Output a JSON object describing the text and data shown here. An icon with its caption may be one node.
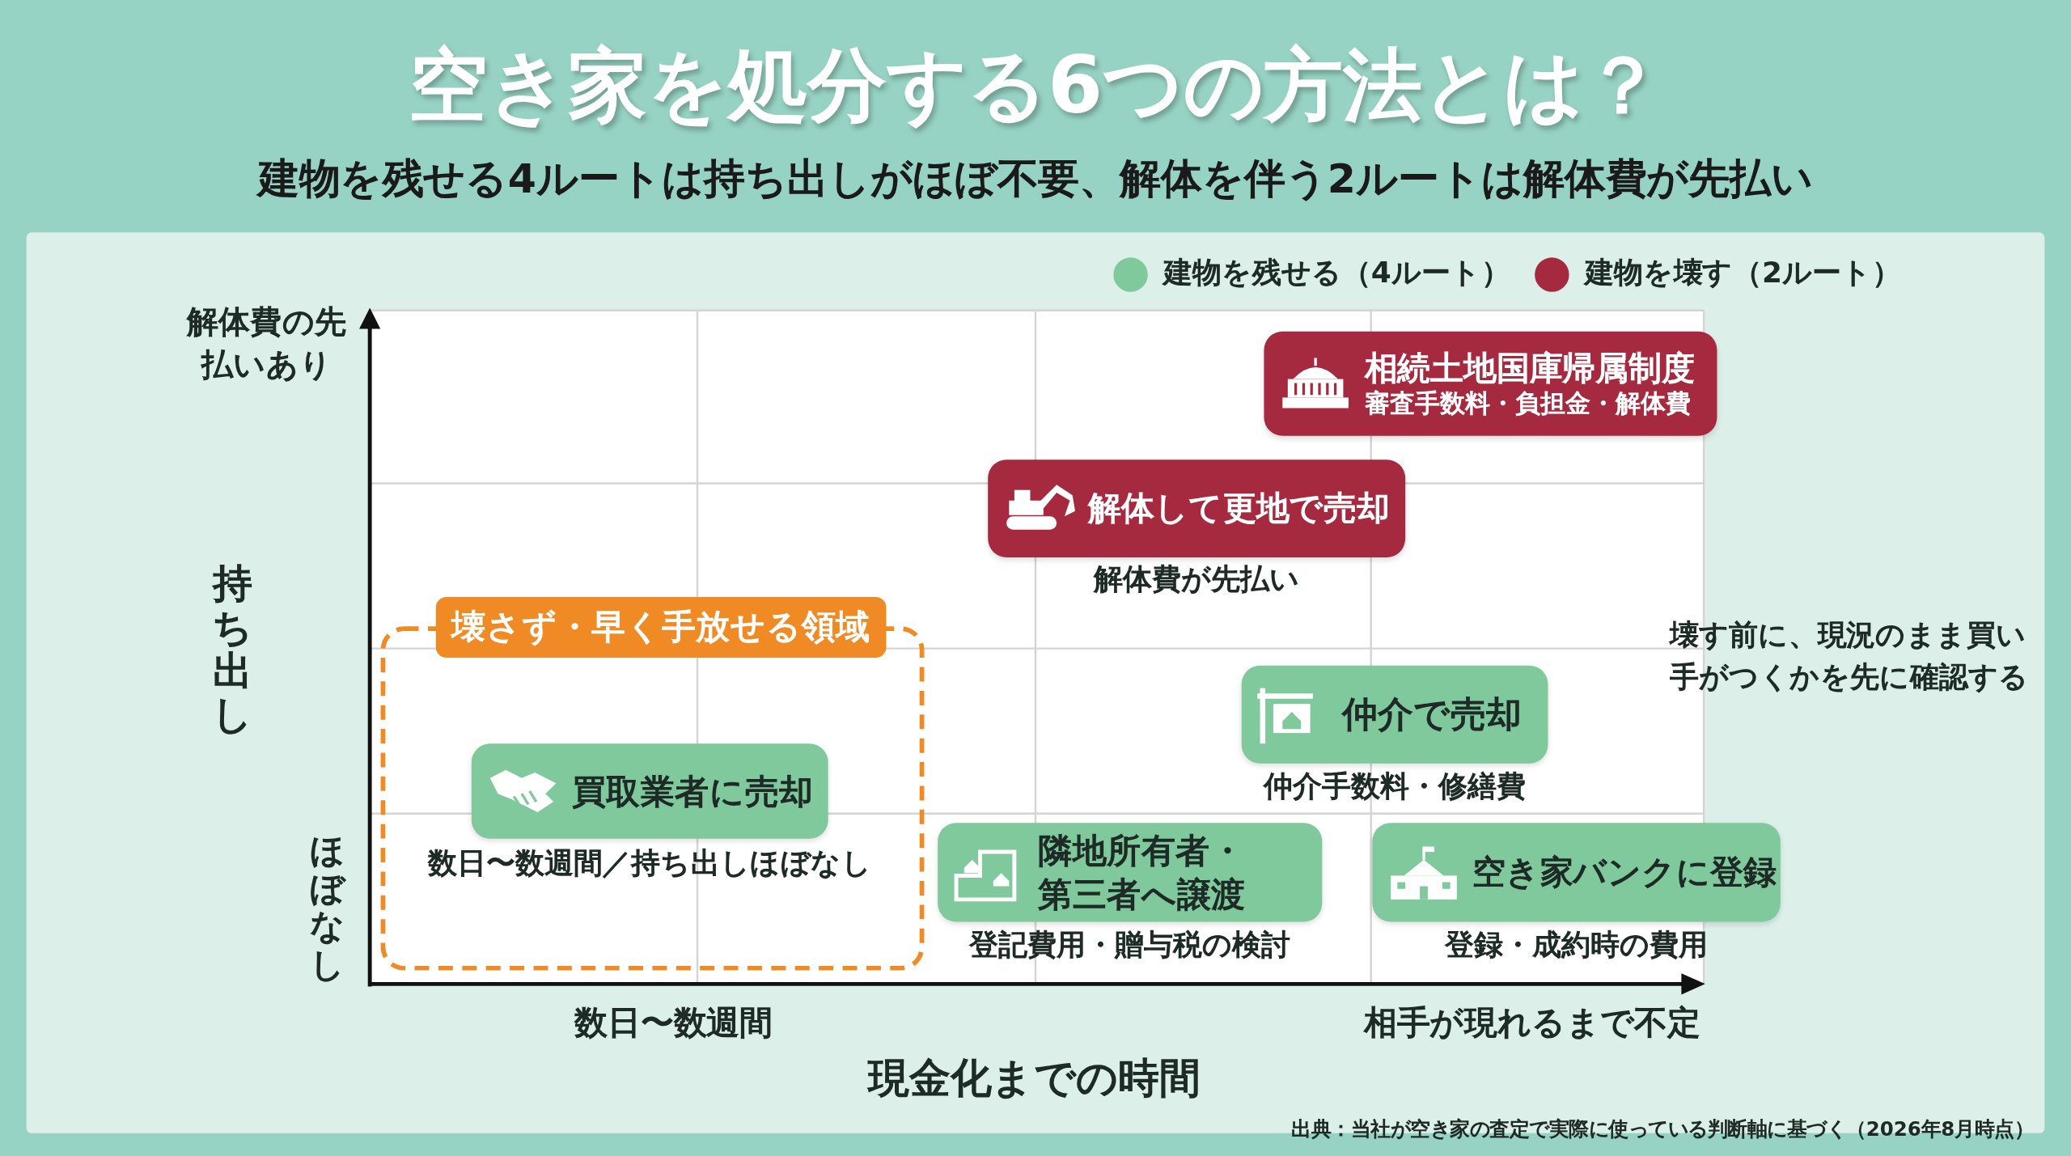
{
  "diagram": {
    "title": "空き家を処分する6つの方法とは？",
    "nodes": [
      {
        "text": [
          "壊さず・早く手放せる領域"
        ]
      },
      {
        "text": [
          "買取業者に売却"
        ],
        "in": 0,
        "beside": [
          "数日〜数週間／持ち出しほぼなし"
        ]
      },
      {
        "text": [
          "相続土地国庫帰属制度",
          "審査手数料・負担金・解体費"
        ]
      },
      {
        "text": [
          "解体して更地で売却"
        ],
        "beside": [
          "解体費が先払い"
        ]
      },
      {
        "text": [
          "仲介で売却"
        ],
        "beside": [
          "仲介手数料・修繕費"
        ]
      },
      {
        "text": [
          "隣地所有者・第三者へ譲渡"
        ],
        "beside": [
          "登記費用・贈与税の検討"
        ]
      },
      {
        "text": [
          "空き家バンクに登録"
        ],
        "beside": [
          "登録・成約時の費用"
        ]
      }
    ],
    "labels": [
      "建物を残せる4ルートは持ち出しがほぼ不要、解体を伴う2ルートは解体費が先払い",
      "解体費の先払いあり",
      "持ち出し",
      "ほぼなし",
      "壊す前に、現況のまま買い手がつくかを先に確認する",
      "数日〜数週間",
      "相手が現れるまで不定",
      "現金化までの時間",
      "出典：当社が空き家の査定で実際に使っている判断軸に基づく（2026年8月時点）"
    ],
    "legend": [
      {
        "text": "建物を残せる（4ルート）",
        "color": "#7fc99c"
      },
      {
        "text": "建物を壊す（2ルート）",
        "color": "#a62a3f"
      }
    ]
  }
}
